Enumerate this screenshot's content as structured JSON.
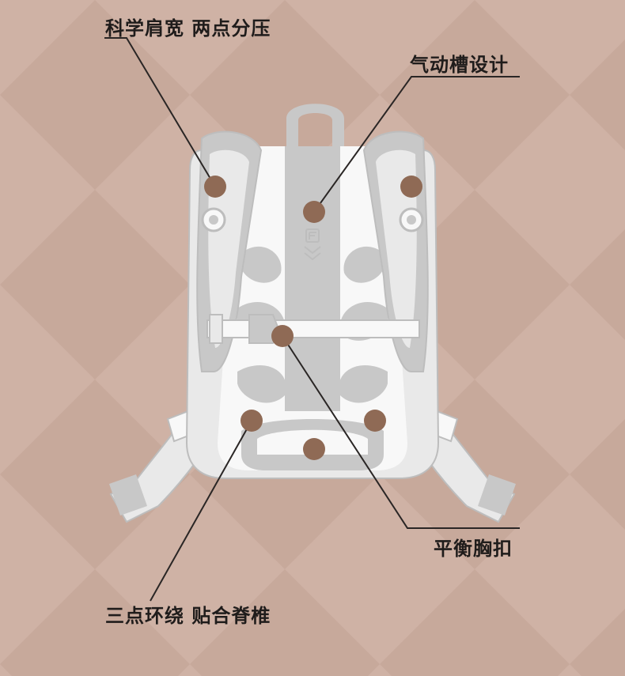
{
  "colors": {
    "background": "#cfb2a5",
    "background_diamond": "#c7a99b",
    "text": "#1f1c1b",
    "leader_line": "#2a2625",
    "callout_dot": "#8f6a55",
    "pack_body": "#e9e9e9",
    "pack_panel": "#f8f8f8",
    "pack_shadow": "#c8c8c8",
    "pack_outline": "#bdbdbd"
  },
  "callouts": {
    "shoulder": {
      "label": "科学肩宽 两点分压"
    },
    "airflow": {
      "label": "气动槽设计"
    },
    "chest": {
      "label": "平衡胸扣"
    },
    "back": {
      "label": "三点环绕 贴合脊椎"
    }
  },
  "icons": {
    "logo": "brand-f-logo-icon"
  }
}
